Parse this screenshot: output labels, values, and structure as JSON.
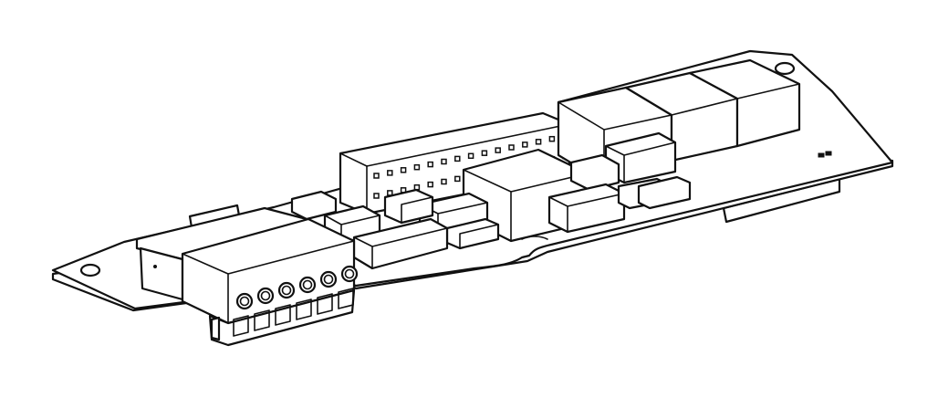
{
  "figure": {
    "subject": "option-card-pcb",
    "line_color": "#111111",
    "fill_color": "#ffffff",
    "background_color": "#ffffff"
  },
  "components": {
    "terminal_block": {
      "screw_terminals": 6,
      "icon": "screw-terminal-icon"
    },
    "pin_header": {
      "rows": 2,
      "columns": 15,
      "icon": "pin-header-icon"
    },
    "mounting_holes": 2
  }
}
